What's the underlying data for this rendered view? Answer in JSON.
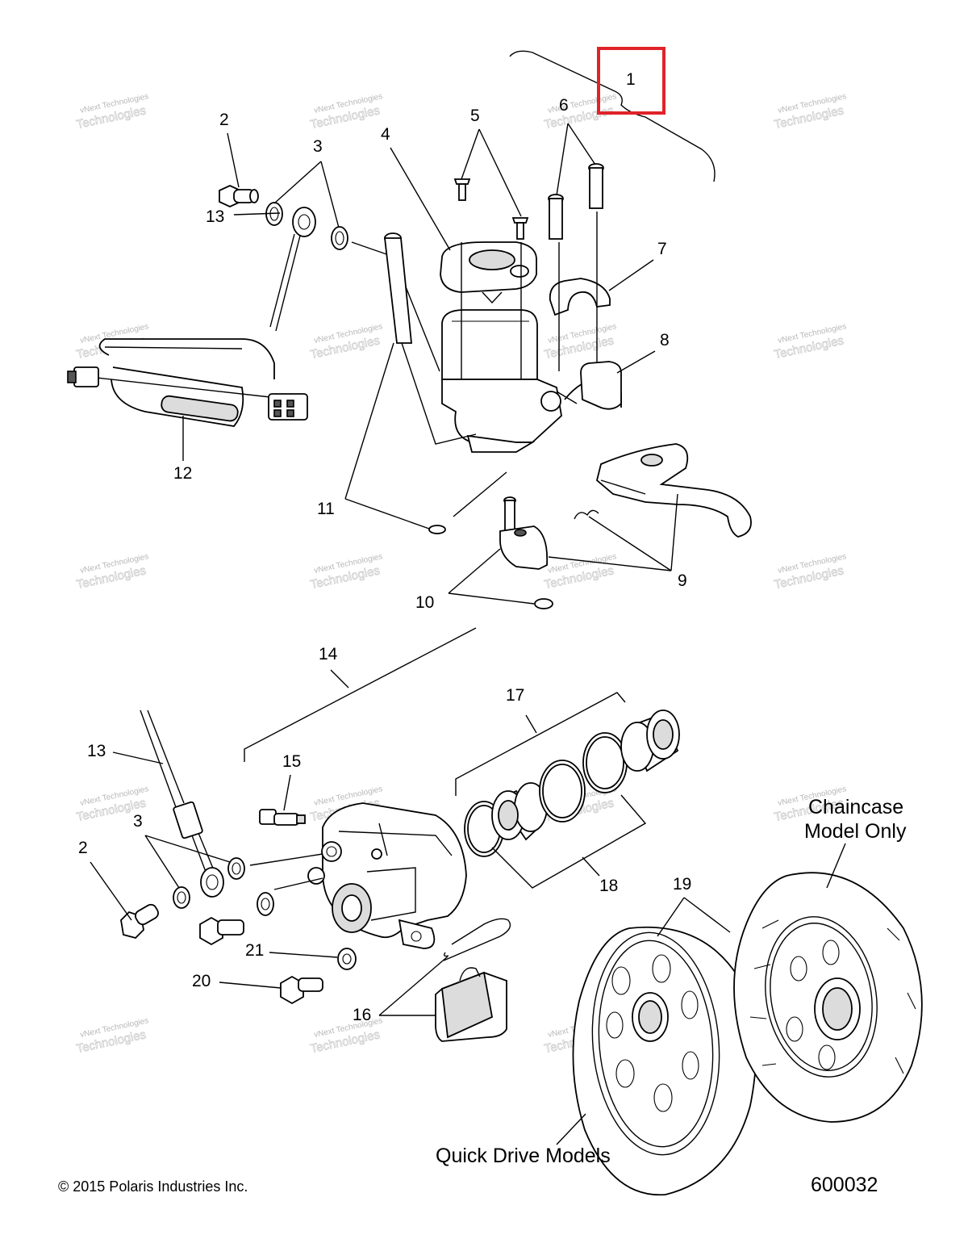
{
  "callouts": {
    "c1": "1",
    "c2": "2",
    "c3": "3",
    "c4": "4",
    "c5": "5",
    "c6": "6",
    "c7": "7",
    "c8": "8",
    "c9": "9",
    "c10": "10",
    "c11": "11",
    "c12": "12",
    "c13": "13",
    "c2b": "2",
    "c3b": "3",
    "c13b": "13",
    "c14": "14",
    "c15": "15",
    "c16": "16",
    "c17": "17",
    "c18": "18",
    "c19": "19",
    "c20": "20",
    "c21": "21"
  },
  "captions": {
    "chaincase_line1": "Chaincase",
    "chaincase_line2": "Model Only",
    "quick_drive": "Quick Drive Models"
  },
  "footer": {
    "copyright": "©  2015 Polaris Industries Inc.",
    "figure_number": "600032"
  },
  "watermark": {
    "line1": "vNext Technologies",
    "line2": "Technologies"
  },
  "highlight": {
    "color": "#e0232a",
    "target_callout": "1"
  }
}
